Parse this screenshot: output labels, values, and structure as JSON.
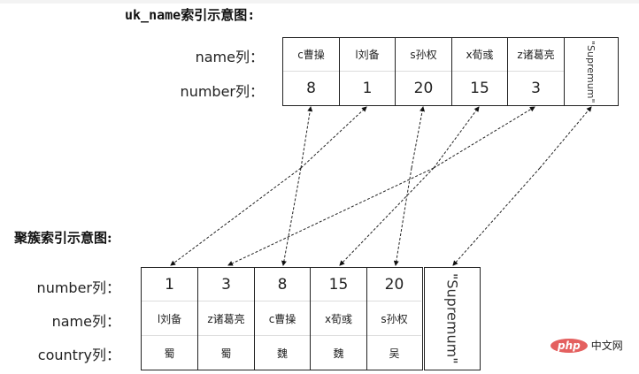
{
  "uk_name_index": {
    "title": "uk_name索引示意图:",
    "row_labels": [
      "name列：",
      "number列："
    ],
    "columns": [
      {
        "name": "c曹操",
        "number": "8"
      },
      {
        "name": "l刘备",
        "number": "1"
      },
      {
        "name": "s孙权",
        "number": "20"
      },
      {
        "name": "x荀彧",
        "number": "15"
      },
      {
        "name": "z诸葛亮",
        "number": "3"
      }
    ],
    "supremum": "\"Supremum\""
  },
  "clustered_index": {
    "title": "聚簇索引示意图:",
    "row_labels": [
      "number列：",
      "name列：",
      "country列："
    ],
    "columns": [
      {
        "number": "1",
        "name": "l刘备",
        "country": "蜀"
      },
      {
        "number": "3",
        "name": "z诸葛亮",
        "country": "蜀"
      },
      {
        "number": "8",
        "name": "c曹操",
        "country": "魏"
      },
      {
        "number": "15",
        "name": "x荀彧",
        "country": "魏"
      },
      {
        "number": "20",
        "name": "s孙权",
        "country": "吴"
      }
    ],
    "supremum": "\"Supremum\""
  },
  "links": [
    {
      "from": "8",
      "to": "8"
    },
    {
      "from": "1",
      "to": "1"
    },
    {
      "from": "20",
      "to": "20"
    },
    {
      "from": "15",
      "to": "15"
    },
    {
      "from": "3",
      "to": "3"
    },
    {
      "from": "Supremum",
      "to": "Supremum"
    }
  ],
  "watermark": {
    "logo": "php",
    "text": "中文网"
  }
}
